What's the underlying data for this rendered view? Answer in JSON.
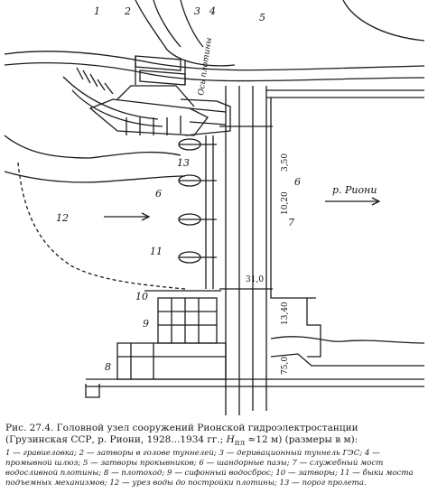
{
  "figure": {
    "part_numbers": [
      "1",
      "2",
      "3",
      "4",
      "5",
      "6",
      "6",
      "7",
      "8",
      "9",
      "10",
      "11",
      "12",
      "13"
    ],
    "dam_axis_label": "Ось плотины",
    "river_label": "р. Риони",
    "dimensions": [
      "3,50",
      "10,20",
      "31,0",
      "13,40",
      "75,0"
    ]
  },
  "caption": {
    "title_prefix": "Рис. 27.4. Головной узел сооружений Рионской гидроэлектростанции (Грузинская ССР, р. Риони, 1928...1934 гг.;",
    "head_var": "H",
    "head_sub": "пл",
    "head_value": "≈12 м) (размеры в м):",
    "legend": [
      "1 — гравиеловка;",
      "2 — затворы в голове туннелей;",
      "3 — деривационный туннель ГЭС;",
      "4 — промывной шлюз;",
      "5 — затворы прокывников;",
      "6 — шандорные пазы;",
      "7 — служебный мост водосливной плотины;",
      "8 — плотоход;",
      "9 — сифонный водосброс;",
      "10 — затворы;",
      "11 — быки моста подъемных механизмов;",
      "12 — урез воды до постройки плотины;",
      "13 — порог пролета."
    ]
  }
}
